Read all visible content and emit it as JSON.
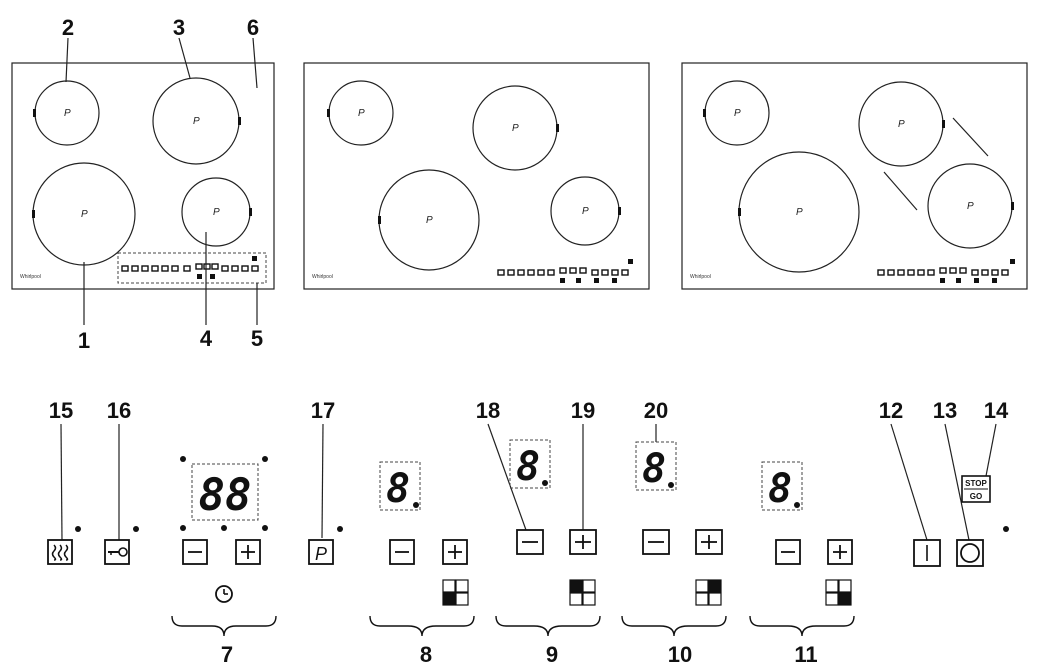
{
  "callouts": {
    "n1": "1",
    "n2": "2",
    "n3": "3",
    "n4": "4",
    "n5": "5",
    "n6": "6",
    "n7": "7",
    "n8": "8",
    "n9": "9",
    "n10": "10",
    "n11": "11",
    "n12": "12",
    "n13": "13",
    "n14": "14",
    "n15": "15",
    "n16": "16",
    "n17": "17",
    "n18": "18",
    "n19": "19",
    "n20": "20"
  },
  "zone_label": "P",
  "brand_text": "Whirlpool",
  "timer_display": "88",
  "zone_display": "8",
  "stop_go": {
    "line1": "STOP",
    "line2": "GO"
  },
  "icons": {
    "warm": "heat-waves-icon",
    "lock": "key-icon",
    "timer": "clock-icon",
    "power": "power-icon",
    "on_off": "circle-icon",
    "minus": "minus-icon",
    "plus": "plus-icon",
    "zone_indicator": "zone-indicator-icon"
  }
}
